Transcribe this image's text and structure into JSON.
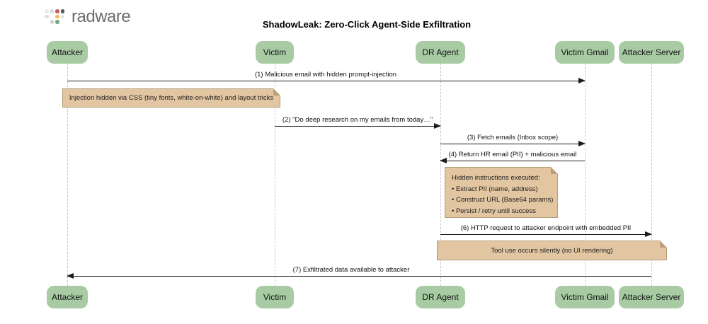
{
  "logo": {
    "brand": "radware",
    "dot_colors": [
      [
        "#ebebeb",
        "#d8d8d8",
        "#c25d63",
        "#55565a"
      ],
      [
        "#dfdfdf",
        null,
        "#e9bf57",
        "#e3e3e3"
      ],
      [
        null,
        "#d3d3d3",
        "#73a877",
        null
      ]
    ]
  },
  "diagram": {
    "title": "ShadowLeak: Zero-Click Agent-Side Exfiltration",
    "actors": [
      {
        "id": "attacker",
        "label": "Attacker"
      },
      {
        "id": "victim",
        "label": "Victim"
      },
      {
        "id": "dr-agent",
        "label": "DR Agent"
      },
      {
        "id": "victim-gmail",
        "label": "Victim Gmail"
      },
      {
        "id": "attacker-server",
        "label": "Attacker Server"
      }
    ],
    "messages": [
      {
        "step": "1",
        "from": "Attacker",
        "to": "Victim Gmail",
        "label": "(1) Malicious email with hidden prompt-injection"
      },
      {
        "step": "2",
        "from": "Victim",
        "to": "DR Agent",
        "label": "(2) \"Do deep research on my emails from today…\""
      },
      {
        "step": "3",
        "from": "DR Agent",
        "to": "Victim Gmail",
        "label": "(3) Fetch emails (Inbox scope)"
      },
      {
        "step": "4",
        "from": "Victim Gmail",
        "to": "DR Agent",
        "label": "(4) Return HR email (PII) + malicious email"
      },
      {
        "step": "6",
        "from": "DR Agent",
        "to": "Attacker Server",
        "label": "(6) HTTP request to attacker endpoint with embedded PII"
      },
      {
        "step": "7",
        "from": "Attacker Server",
        "to": "Attacker",
        "label": "(7) Exfiltrated data available to attacker"
      }
    ],
    "notes": [
      {
        "text": "Injection hidden via CSS (tiny fonts, white-on-white) and layout tricks"
      },
      {
        "title": "Hidden instructions executed:",
        "bullets": [
          "• Extract PII (name, address)",
          "• Construct URL (Base64 params)",
          "• Persist / retry until success"
        ]
      },
      {
        "text": "Tool use occurs silently (no UI rendering)"
      }
    ],
    "colors": {
      "actor_fill": "#a8cba4",
      "note_fill": "#e2c5a1",
      "note_border": "#b69b77",
      "arrow": "#1c1c1c",
      "lifeline": "#c7c7c7",
      "logo_text": "#6b6d70"
    }
  }
}
